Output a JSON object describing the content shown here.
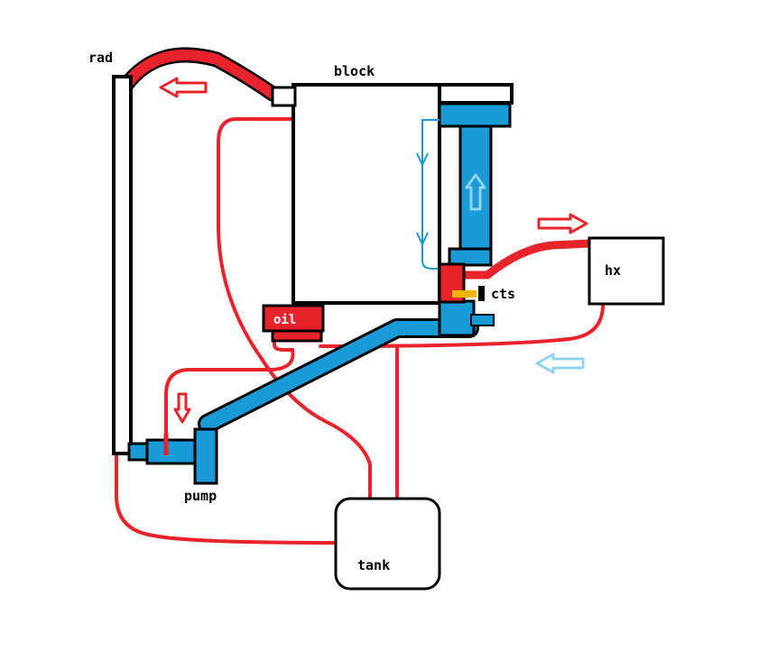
{
  "labels": {
    "rad": "rad",
    "block": "block",
    "hx": "hx",
    "cts": "cts",
    "oil": "oil",
    "pump": "pump",
    "tank": "tank"
  },
  "colors": {
    "hot": "#e8232b",
    "cold": "#1a9ad6",
    "cold_light": "#8fd3ec",
    "sensor": "#f0b400",
    "outline": "#000000",
    "background": "#ffffff"
  }
}
